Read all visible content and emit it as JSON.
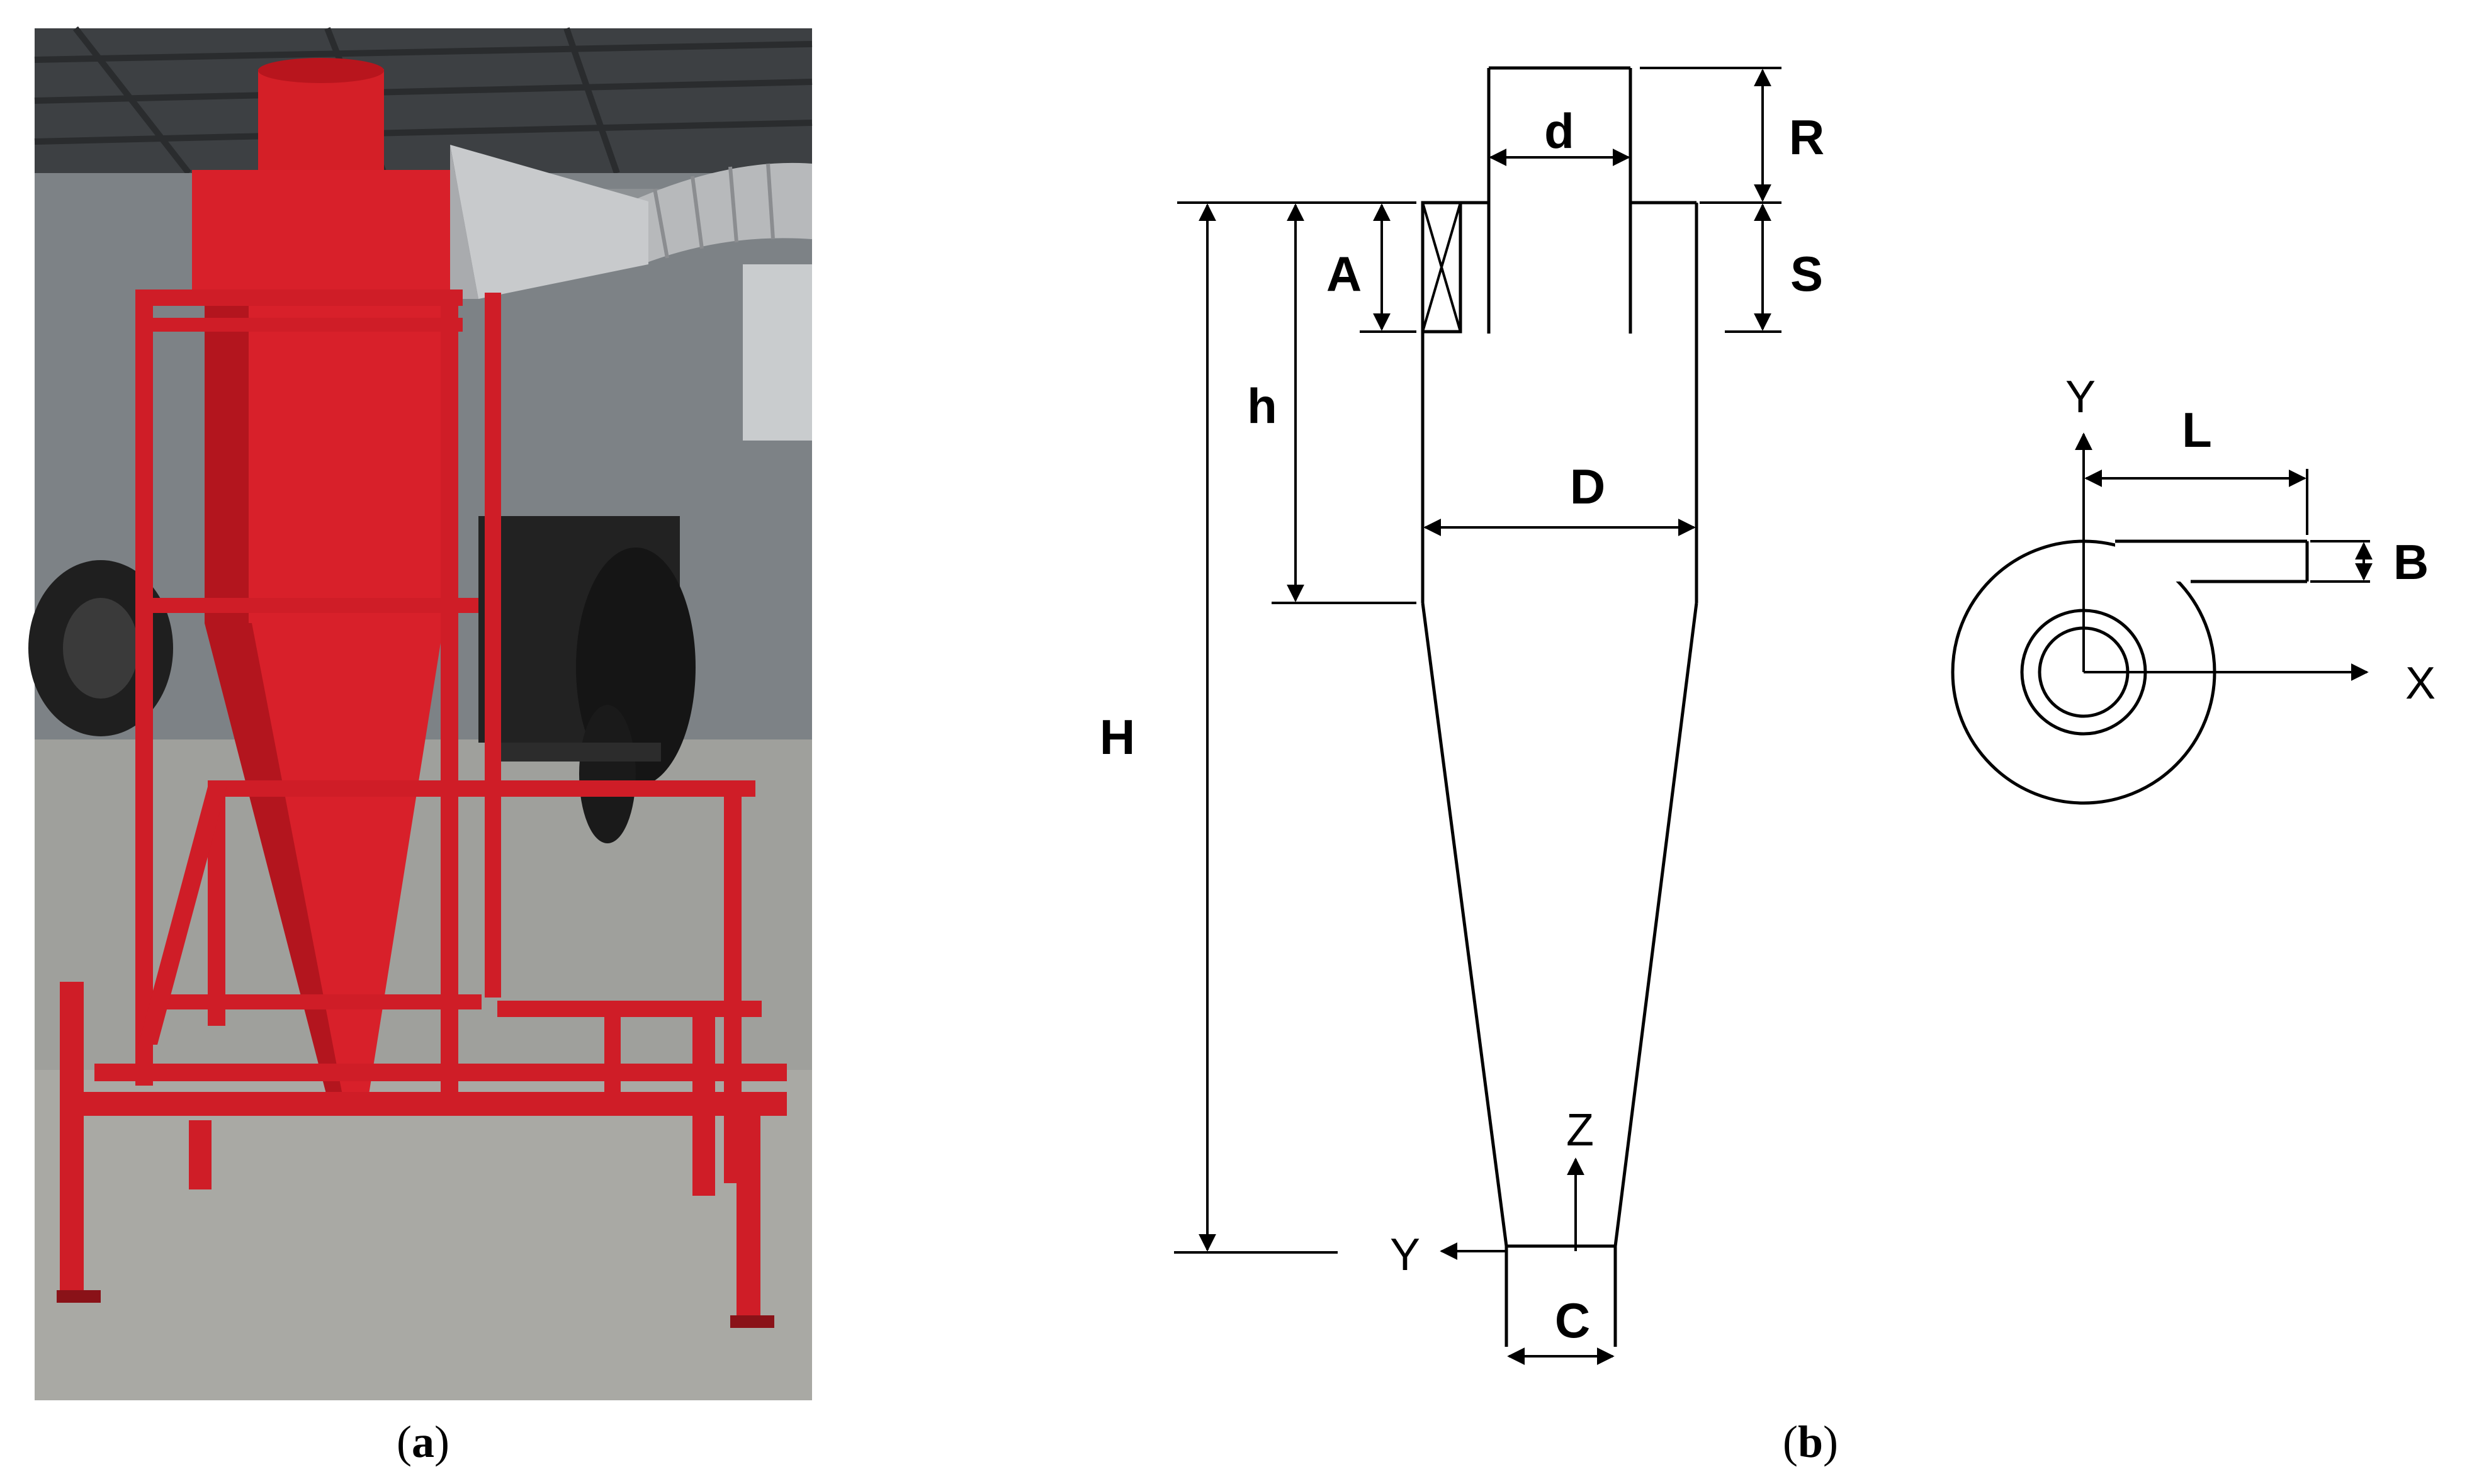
{
  "captions": {
    "a": {
      "open": "(",
      "letter": "a",
      "close": ")"
    },
    "b": {
      "open": "(",
      "letter": "b",
      "close": ")"
    }
  },
  "side_view_labels": {
    "d": "d",
    "R": "R",
    "S": "S",
    "A": "A",
    "h": "h",
    "D": "D",
    "H": "H",
    "C": "C",
    "axis_z": "Z",
    "axis_y": "Y"
  },
  "top_view_labels": {
    "L": "L",
    "B": "B",
    "axis_x": "X",
    "axis_y": "Y"
  },
  "colors": {
    "cyclone_red": "#d8202a",
    "line": "#000000",
    "background": "#ffffff"
  }
}
